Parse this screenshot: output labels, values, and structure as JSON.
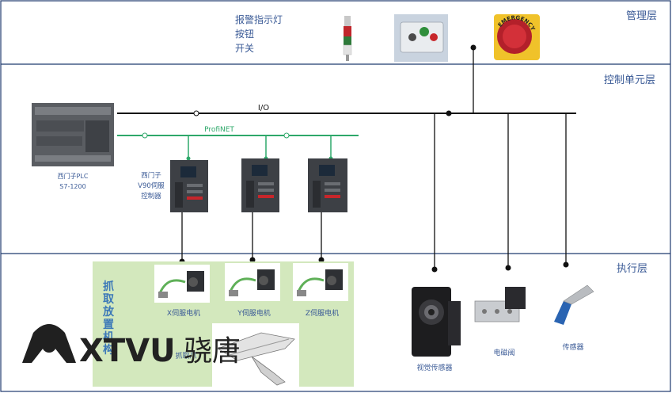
{
  "layers": {
    "management": "管理层",
    "control": "控制单元层",
    "execution": "执行层"
  },
  "top_labels": [
    "报警指示灯",
    "按钮",
    "开关"
  ],
  "bus": {
    "io": "I/O",
    "profinet": "ProfiNET"
  },
  "plc": {
    "line1": "西门子PLC",
    "line2": "S7-1200"
  },
  "servo_controller": {
    "line1": "西门子",
    "line2": "V90伺服",
    "line3": "控制器"
  },
  "motors": [
    "X伺服电机",
    "Y伺服电机",
    "Z伺服电机"
  ],
  "pick_place": {
    "title": "抓取放置机构",
    "gripper": "抓取爪"
  },
  "devices": {
    "vision": "视觉传感器",
    "valve": "电磁阀",
    "sensor": "传感器"
  },
  "emergency_text": "EMERGENCY",
  "watermark": {
    "brand": "XTVU",
    "cn": "骁唐"
  },
  "colors": {
    "layer_line": "#1f3a6e",
    "text_blue": "#3a5a96",
    "profinet": "#2ea86a",
    "panel_green": "#d3e8bd"
  }
}
